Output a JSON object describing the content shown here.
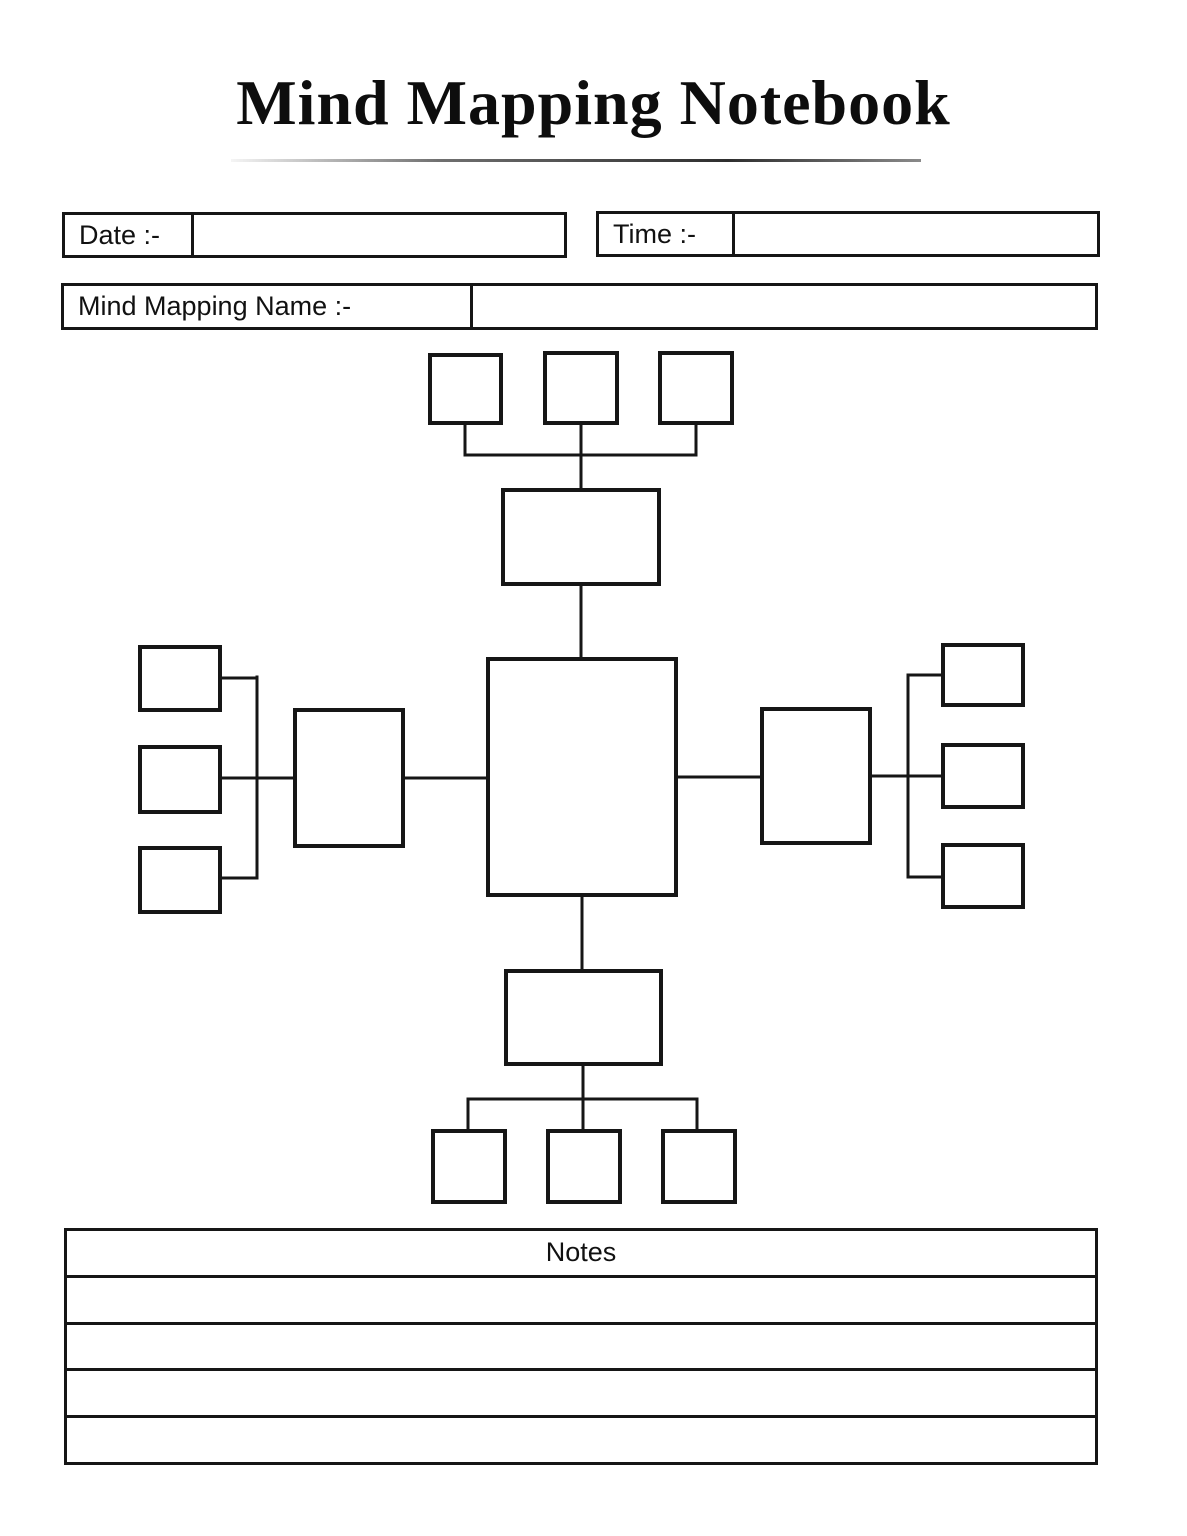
{
  "page": {
    "title": "Mind Mapping Notebook"
  },
  "fields": {
    "date": {
      "label": "Date :-",
      "value": ""
    },
    "time": {
      "label": "Time :-",
      "value": ""
    },
    "name": {
      "label": "Mind Mapping Name :-",
      "value": ""
    }
  },
  "diagram": {
    "central_node_value": "",
    "branches": [
      {
        "direction": "top",
        "subtopic_value": "",
        "child_count": 3,
        "children_values": [
          "",
          "",
          ""
        ]
      },
      {
        "direction": "left",
        "subtopic_value": "",
        "child_count": 3,
        "children_values": [
          "",
          "",
          ""
        ]
      },
      {
        "direction": "right",
        "subtopic_value": "",
        "child_count": 3,
        "children_values": [
          "",
          "",
          ""
        ]
      },
      {
        "direction": "bottom",
        "subtopic_value": "",
        "child_count": 3,
        "children_values": [
          "",
          "",
          ""
        ]
      }
    ]
  },
  "notes": {
    "label": "Notes",
    "line_count": 4,
    "lines": [
      "",
      "",
      "",
      ""
    ]
  },
  "colors": {
    "ink": "#161616",
    "background": "#ffffff"
  }
}
